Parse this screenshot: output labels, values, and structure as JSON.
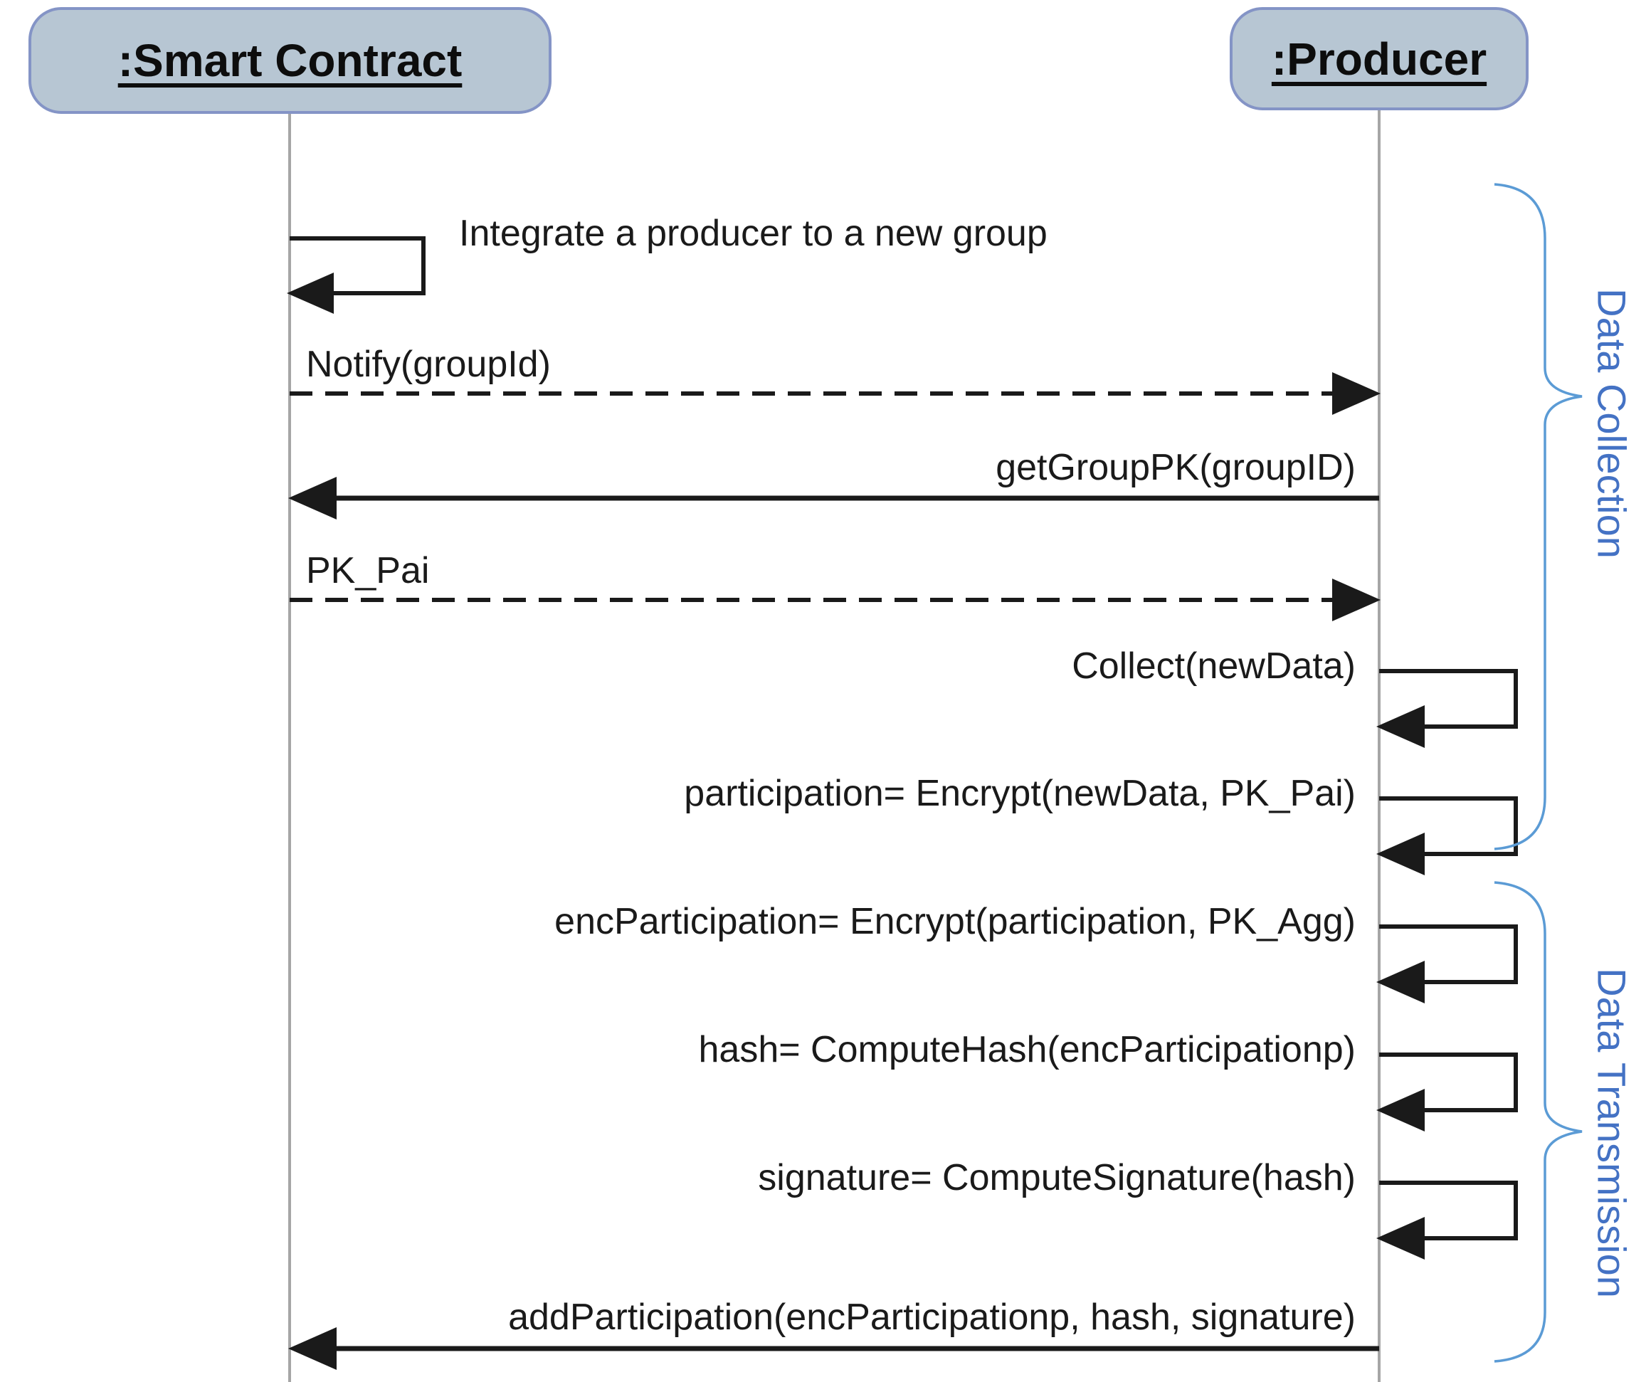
{
  "diagram": {
    "type": "uml-sequence-diagram",
    "actors": [
      {
        "id": "smart-contract",
        "label": ":Smart Contract"
      },
      {
        "id": "producer",
        "label": ":Producer"
      }
    ],
    "messages": [
      {
        "label": "Integrate a producer to a new group",
        "from": "smart-contract",
        "to": "smart-contract",
        "kind": "self-message"
      },
      {
        "label": "Notify(groupId)",
        "from": "smart-contract",
        "to": "producer",
        "kind": "dashed-arrow"
      },
      {
        "label": "getGroupPK(groupID)",
        "from": "producer",
        "to": "smart-contract",
        "kind": "solid-arrow"
      },
      {
        "label": "PK_Pai",
        "from": "smart-contract",
        "to": "producer",
        "kind": "dashed-arrow"
      },
      {
        "label": "Collect(newData)",
        "from": "producer",
        "to": "producer",
        "kind": "self-message"
      },
      {
        "label": "participation= Encrypt(newData, PK_Pai)",
        "from": "producer",
        "to": "producer",
        "kind": "self-message"
      },
      {
        "label": "encParticipation= Encrypt(participation, PK_Agg)",
        "from": "producer",
        "to": "producer",
        "kind": "self-message"
      },
      {
        "label": "hash= ComputeHash(encParticipationp)",
        "from": "producer",
        "to": "producer",
        "kind": "self-message"
      },
      {
        "label": "signature= ComputeSignature(hash)",
        "from": "producer",
        "to": "producer",
        "kind": "self-message"
      },
      {
        "label": "addParticipation(encParticipationp, hash, signature)",
        "from": "producer",
        "to": "smart-contract",
        "kind": "solid-arrow"
      }
    ],
    "phases": [
      {
        "label": "Data Collection"
      },
      {
        "label": "Data Transmission"
      }
    ],
    "colors": {
      "actor_fill": "#b7c6d3",
      "actor_border": "#8494c6",
      "message_line": "#1a1a1a",
      "lifeline": "#a6a6a6",
      "brace": "#5b9bd5",
      "phase_text": "#4472c4",
      "background": "#ffffff"
    }
  }
}
